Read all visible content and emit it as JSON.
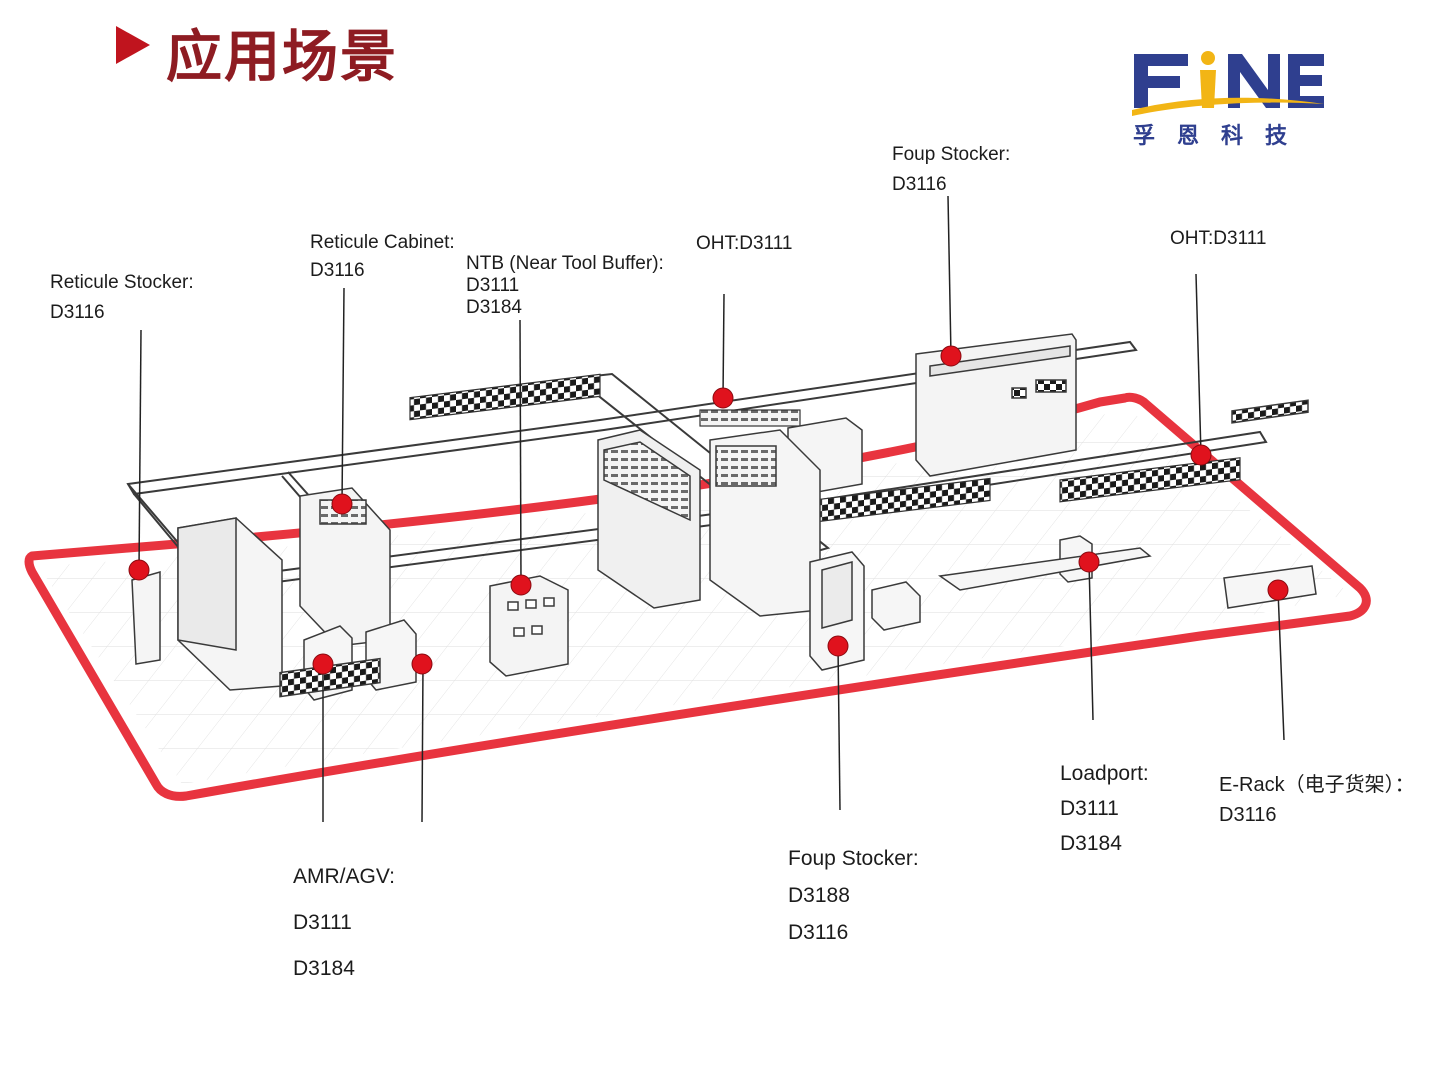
{
  "header": {
    "title": "应用场景"
  },
  "brand": {
    "logo_text": "FINE",
    "logo_subtitle": "孚恩科技",
    "logo_color": "#2f3f8f",
    "logo_accent": "#f2b515"
  },
  "colors": {
    "title": "#8e1c22",
    "marker": "#c0141e",
    "floor_border": "#e8343f",
    "callout_dot": "#e0121d"
  },
  "callouts": {
    "reticule_stocker": {
      "name": "Reticule Stocker:",
      "codes": [
        "D3116"
      ]
    },
    "reticule_cabinet": {
      "name": "Reticule Cabinet:",
      "codes": [
        "D3116"
      ]
    },
    "ntb": {
      "name": "NTB (Near Tool Buffer):",
      "codes": [
        "D3111",
        "D3184"
      ]
    },
    "oht_left": {
      "name": "OHT:D3111",
      "codes": []
    },
    "foup_stocker_top": {
      "name": "Foup Stocker:",
      "codes": [
        "D3116"
      ]
    },
    "oht_right": {
      "name": "OHT:D3111",
      "codes": []
    },
    "amr_agv": {
      "name": "AMR/AGV:",
      "codes": [
        "D3111",
        "D3184"
      ]
    },
    "foup_stocker_bottom": {
      "name": "Foup Stocker:",
      "codes": [
        "D3188",
        "D3116"
      ]
    },
    "loadport": {
      "name": "Loadport:",
      "codes": [
        "D3111",
        "D3184"
      ]
    },
    "e_rack": {
      "name": "E-Rack（电子货架）：",
      "codes": [
        "D3116"
      ]
    }
  }
}
